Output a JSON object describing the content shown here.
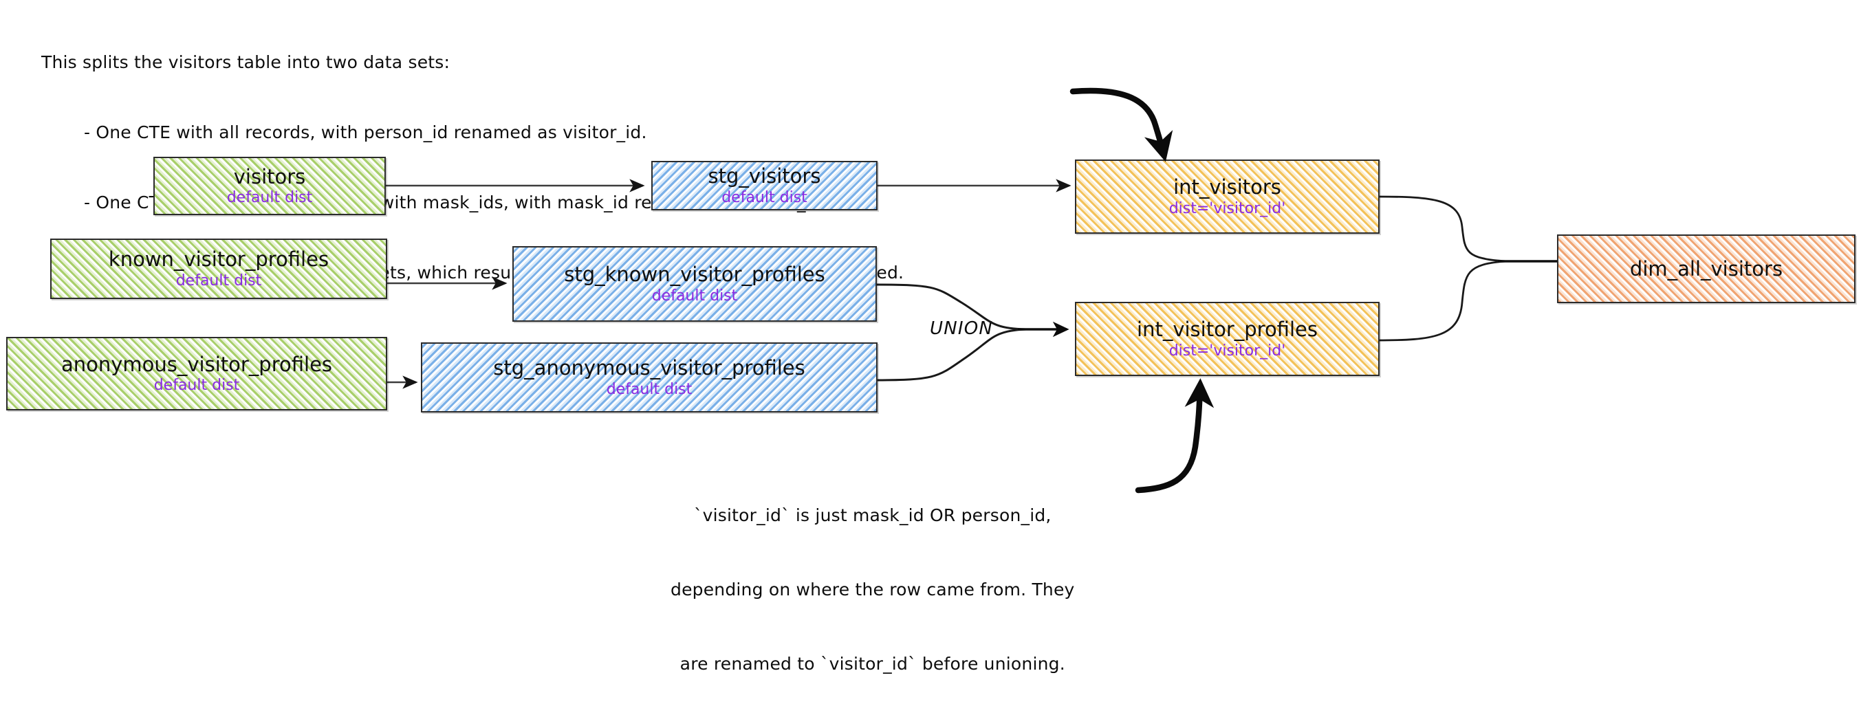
{
  "header_note": {
    "lead": "This splits the visitors table into two data sets:",
    "bullets": [
      "- One CTE with all records, with person_id renamed as visitor_id.",
      "- One CTE filtered to only records with mask_ids, with mask_id renamed as visitor_id",
      "- One CTE to union the two data sets, which results in a grain of one row per profile collected."
    ]
  },
  "bottom_note": {
    "lines": [
      "`visitor_id` is just mask_id OR person_id,",
      "depending on where the row came from. They",
      "are renamed to `visitor_id` before unioning."
    ]
  },
  "labels": {
    "union": "UNION"
  },
  "colors": {
    "source_fill": "#a8cf6a",
    "staging_fill": "#7ab0e8",
    "intermediate_fill": "#f3c259",
    "mart_fill": "#f0a472",
    "dist_text": "#8A2BE2",
    "stroke": "#2b2b2b"
  },
  "nodes": {
    "visitors": {
      "title": "visitors",
      "sub": "default dist"
    },
    "known": {
      "title": "known_visitor_profiles",
      "sub": "default dist"
    },
    "anonymous": {
      "title": "anonymous_visitor_profiles",
      "sub": "default dist"
    },
    "stg_visitors": {
      "title": "stg_visitors",
      "sub": "default dist"
    },
    "stg_known": {
      "title": "stg_known_visitor_profiles",
      "sub": "default dist"
    },
    "stg_anonymous": {
      "title": "stg_anonymous_visitor_profiles",
      "sub": "default dist"
    },
    "int_visitors": {
      "title": "int_visitors",
      "sub": "dist='visitor_id'"
    },
    "int_profiles": {
      "title": "int_visitor_profiles",
      "sub": "dist='visitor_id'"
    },
    "dim_all": {
      "title": "dim_all_visitors",
      "sub": ""
    }
  }
}
